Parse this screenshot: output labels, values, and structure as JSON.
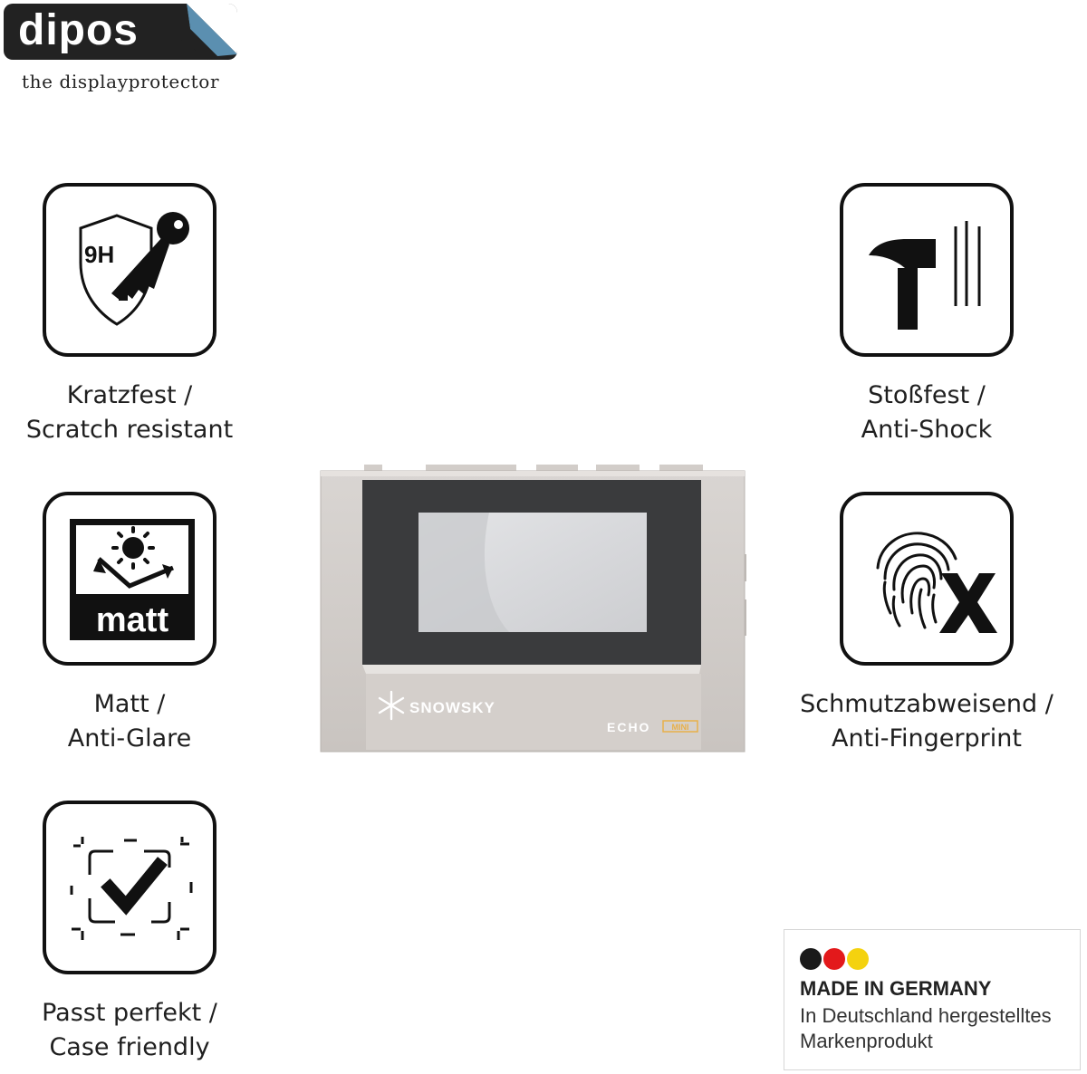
{
  "brand": {
    "name": "dipos",
    "tagline": "the displayprotector",
    "box_color": "#222222"
  },
  "features": [
    {
      "id": "scratch",
      "icon": "shield-key-9h-icon",
      "icon_text": "9H",
      "line1": "Kratzfest /",
      "line2": "Scratch resistant"
    },
    {
      "id": "glare",
      "icon": "sun-matt-icon",
      "icon_text": "matt",
      "line1": "Matt /",
      "line2": "Anti-Glare"
    },
    {
      "id": "case",
      "icon": "checkmark-frame-icon",
      "line1": "Passt perfekt /",
      "line2": "Case friendly"
    },
    {
      "id": "shock",
      "icon": "hammer-icon",
      "line1": "Stoßfest /",
      "line2": "Anti-Shock"
    },
    {
      "id": "fingerprint",
      "icon": "fingerprint-x-icon",
      "line1": "Schmutzabweisend /",
      "line2": "Anti-Fingerprint"
    }
  ],
  "device": {
    "brand_label": "SNOWSKY",
    "model_label": "ECHO",
    "model_sub": "MINI",
    "body_color": "#cfcac6",
    "accent_color": "#e8b04a"
  },
  "badge": {
    "title": "MADE IN GERMANY",
    "line1": "In Deutschland hergestelltes",
    "line2": "Markenprodukt",
    "colors": [
      "#1a1a1a",
      "#e3191b",
      "#f4d20f"
    ]
  }
}
